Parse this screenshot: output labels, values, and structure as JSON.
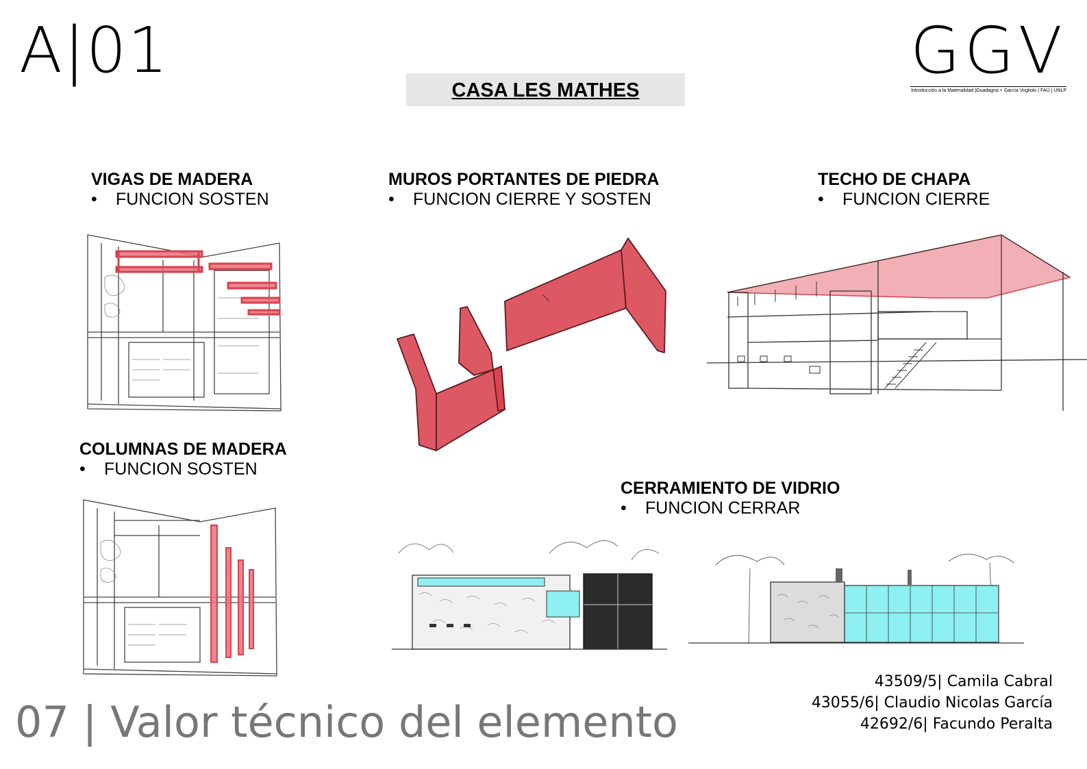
{
  "header": {
    "sheet_code": "A|01",
    "brand_mark": "GGV",
    "brand_subtitle": "Introducción a la Materialidad |Guadagna + García Vogliolo | FAU | UNLP"
  },
  "title": "CASA LES MATHES",
  "elements": [
    {
      "heading": "VIGAS DE MADERA",
      "bullet": "FUNCION SOSTEN"
    },
    {
      "heading": "MUROS PORTANTES DE PIEDRA",
      "bullet": "FUNCION CIERRE Y SOSTEN"
    },
    {
      "heading": "TECHO DE CHAPA",
      "bullet": "FUNCION CIERRE"
    },
    {
      "heading": "COLUMNAS DE MADERA",
      "bullet": "FUNCION SOSTEN"
    },
    {
      "heading": "CERRAMIENTO DE VIDRIO",
      "bullet": "FUNCION CERRAR"
    }
  ],
  "section_title": "07 | Valor técnico del elemento",
  "authors": [
    "43509/5| Camila Cabral",
    "43055/6| Claudio Nicolas García",
    "42692/6| Facundo Peralta"
  ],
  "colors": {
    "highlight_red": "#d9414e",
    "glass_cyan": "#8ef0f0",
    "title_bg": "#e6e6e6"
  }
}
